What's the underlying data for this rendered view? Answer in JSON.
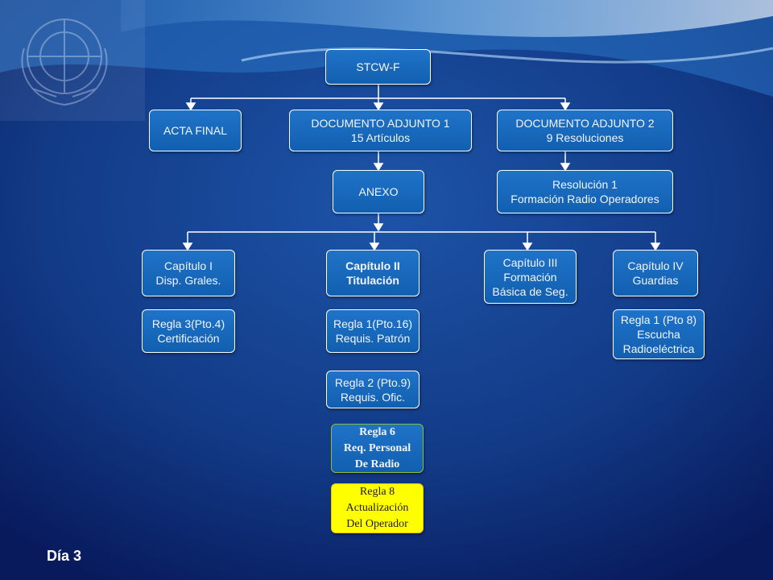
{
  "colors": {
    "bg_dark": "#0a1a5c",
    "bg_mid": "#1b4a96",
    "box": "#1a68bd",
    "box_border": "#ffffff",
    "connector": "#ffffff",
    "highlight_yellow": "#ffff00",
    "highlight_border_green": "#8fbf3a"
  },
  "logo": {
    "icon": "un-emblem-watermark"
  },
  "nodes": {
    "stcw": {
      "lines": [
        "STCW-F"
      ]
    },
    "acta": {
      "lines": [
        "ACTA FINAL"
      ]
    },
    "adj1": {
      "lines": [
        "DOCUMENTO ADJUNTO 1",
        "15 Artículos"
      ]
    },
    "adj2": {
      "lines": [
        "DOCUMENTO ADJUNTO 2",
        "9 Resoluciones"
      ]
    },
    "anexo": {
      "lines": [
        "ANEXO"
      ]
    },
    "res1": {
      "lines": [
        "Resolución 1",
        "Formación Radio Operadores"
      ]
    },
    "cap1": {
      "lines": [
        "Capítulo I",
        "Disp. Grales."
      ]
    },
    "cap2": {
      "lines": [
        "Capítulo II",
        "Titulación"
      ]
    },
    "cap3": {
      "lines": [
        "Capítulo III",
        "Formación",
        "Básica de Seg."
      ]
    },
    "cap4": {
      "lines": [
        "Capítulo IV",
        "Guardias"
      ]
    },
    "regla3": {
      "lines": [
        "Regla 3(Pto.4)",
        "Certificación"
      ]
    },
    "regla1a": {
      "lines": [
        "Regla 1(Pto.16)",
        "Requis. Patrón"
      ]
    },
    "regla2": {
      "lines": [
        "Regla 2 (Pto.9)",
        "Requis. Ofic."
      ]
    },
    "regla6": {
      "lines": [
        "Regla 6",
        "Req. Personal",
        "De Radio"
      ]
    },
    "regla8": {
      "lines": [
        "Regla 8",
        "Actualización",
        "Del Operador"
      ]
    },
    "regla1b": {
      "lines": [
        "Regla 1 (Pto 8)",
        "Escucha",
        "Radioeléctrica"
      ]
    }
  },
  "footer": {
    "day_label": "Día 3"
  }
}
